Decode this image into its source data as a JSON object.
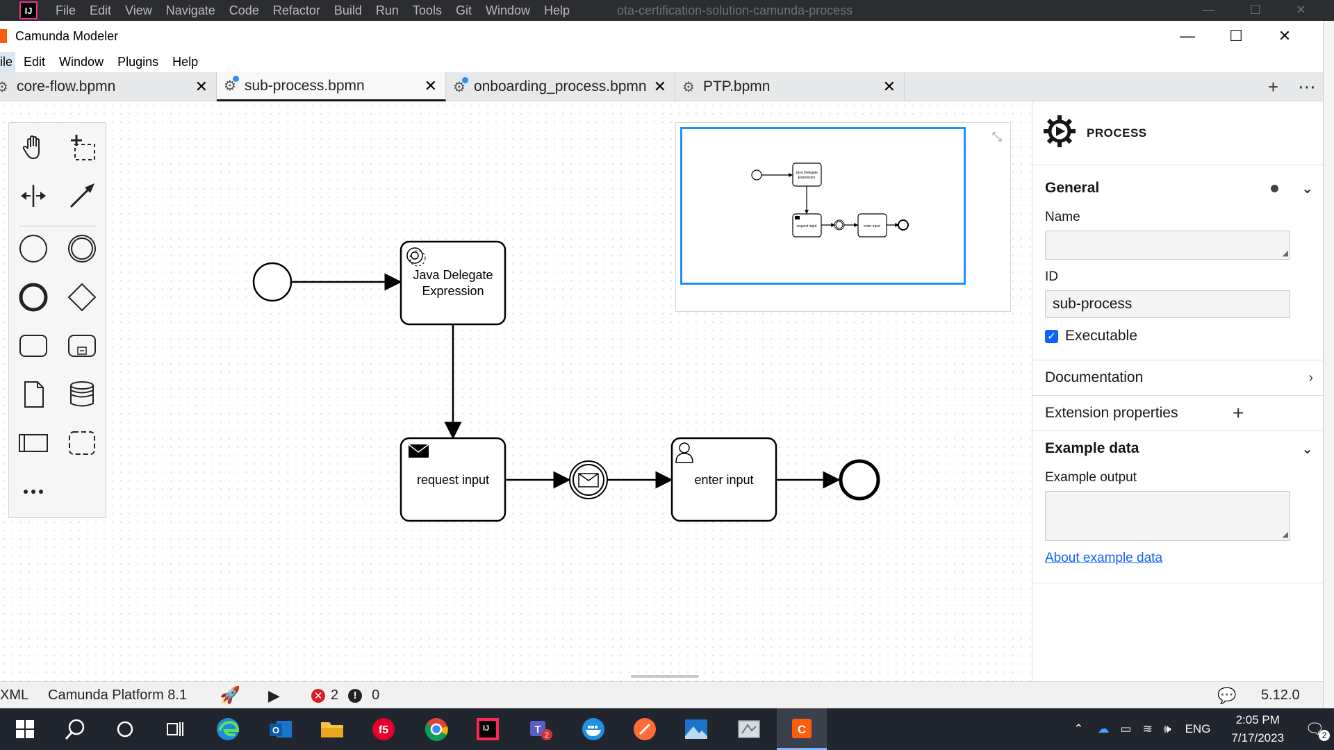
{
  "ide": {
    "menu": [
      "File",
      "Edit",
      "View",
      "Navigate",
      "Code",
      "Refactor",
      "Build",
      "Run",
      "Tools",
      "Git",
      "Window",
      "Help"
    ],
    "project": "ota-certification-solution-camunda-process"
  },
  "window": {
    "title": "Camunda Modeler"
  },
  "menubar": {
    "items": [
      "ile",
      "Edit",
      "Window",
      "Plugins",
      "Help"
    ]
  },
  "tabs": [
    {
      "label": "core-flow.bpmn",
      "icon": "gear-icon",
      "dirty": false,
      "active": false
    },
    {
      "label": "sub-process.bpmn",
      "icon": "gear-icon",
      "dirty": true,
      "active": true
    },
    {
      "label": "onboarding_process.bpmn",
      "icon": "gear-icon",
      "dirty": true,
      "active": false
    },
    {
      "label": "PTP.bpmn",
      "icon": "gear-icon",
      "dirty": false,
      "active": false
    }
  ],
  "diagram": {
    "tasks": {
      "java": {
        "label_line1": "Java Delegate",
        "label_line2": "Expression",
        "icon": "service-task-gear-icon"
      },
      "request": {
        "label": "request input",
        "icon": "send-task-envelope-icon"
      },
      "enter": {
        "label": "enter input",
        "icon": "user-task-person-icon"
      }
    },
    "minimap": {
      "java_line1": "Java Delegate",
      "java_line2": "Expression",
      "request": "request input",
      "enter": "enter input"
    }
  },
  "panel": {
    "element_type": "PROCESS",
    "general": {
      "title": "General",
      "name_label": "Name",
      "name_value": "",
      "id_label": "ID",
      "id_value": "sub-process",
      "executable_label": "Executable",
      "executable": true
    },
    "documentation": "Documentation",
    "extension_properties": "Extension properties",
    "example_data": {
      "title": "Example data",
      "output_label": "Example output",
      "output_value": "",
      "link": "About example data"
    }
  },
  "status": {
    "xml": "XML",
    "platform": "Camunda Platform 8.1",
    "errors": "2",
    "warnings": "0",
    "version": "5.12.0"
  },
  "taskbar": {
    "language": "ENG",
    "time": "2:05 PM",
    "date": "7/17/2023",
    "notifications": "2"
  },
  "colors": {
    "accent": "#0f62fe",
    "minimap_frame": "#1e90ff",
    "error": "#da1e28",
    "camunda_orange": "#fc5d0d"
  }
}
